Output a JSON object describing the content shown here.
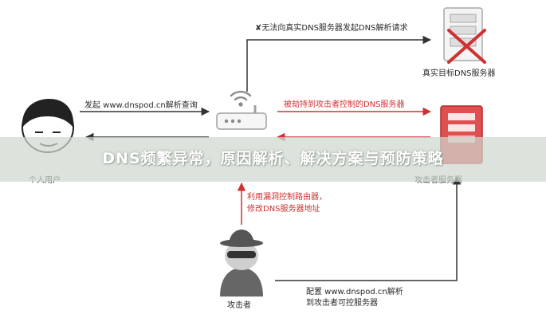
{
  "diagram": {
    "labels": {
      "top_request": "无法向真实DNS服务器发起DNS解析请求",
      "real_server": "真实目标DNS服务器",
      "user_request": "发起 www.dnspod.cn解析查询",
      "hijacked": "被劫持到攻击者控制的DNS服务器",
      "user": "个人用户",
      "attacker_server": "攻击者服务器",
      "exploit_line1": "利用漏洞控制路由器，",
      "exploit_line2": "修改DNS服务器地址",
      "attacker": "攻击者",
      "config_line1": "配置 www.dnspod.cn解析",
      "config_line2": "到攻击者可控服务器"
    },
    "symbols": {
      "fail_mark": "✘"
    },
    "colors": {
      "accent_red": "#d03030",
      "arrow_gray": "#333333",
      "device_gray": "#9a9a9a"
    },
    "icons": [
      "user-avatar-icon",
      "router-icon",
      "wifi-icon",
      "real-server-icon",
      "blocked-x-icon",
      "attacker-server-icon",
      "attacker-spy-icon"
    ]
  },
  "banner": {
    "title": "DNS频繁异常，原因解析、解决方案与预防策略"
  }
}
